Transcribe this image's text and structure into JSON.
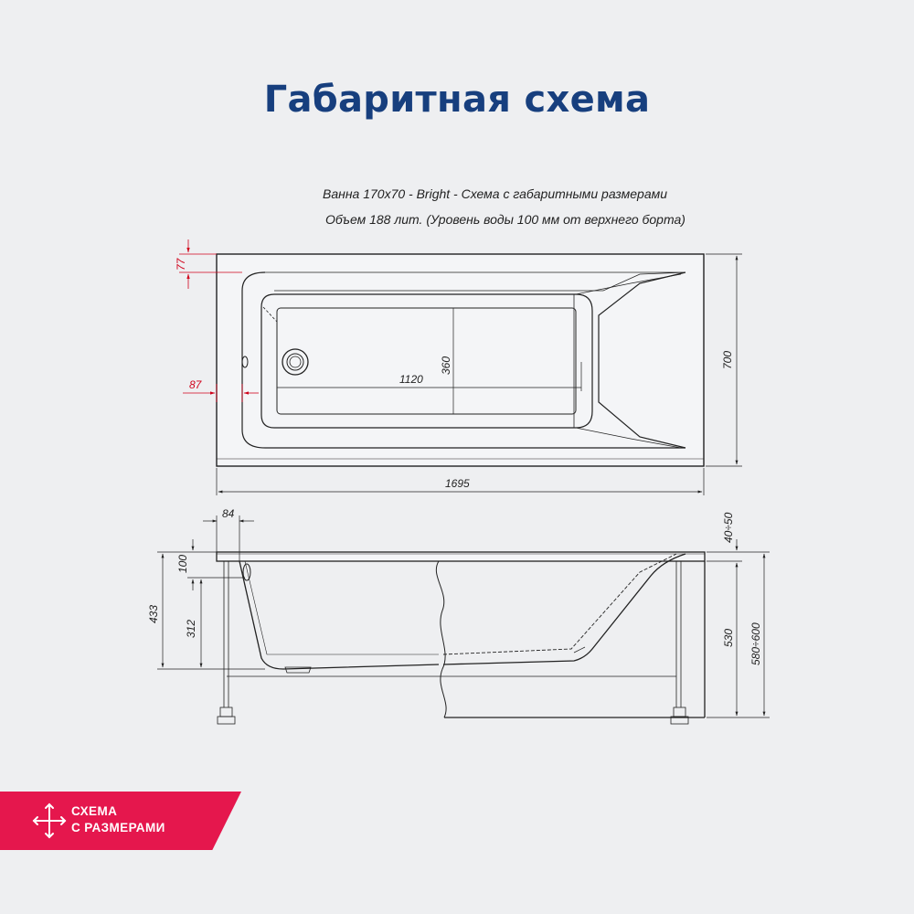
{
  "header": {
    "title": "Габаритная схема"
  },
  "description": {
    "line1": "Ванна 170х70 - Bright - Схема с габаритными размерами",
    "line2": "Объем 188 лит. (Уровень воды 100 мм от верхнего борта)"
  },
  "top_view": {
    "dim_length": "1695",
    "dim_width": "700",
    "dim_inner_length": "1120",
    "dim_inner_width": "360",
    "dim_rim": "77",
    "dim_drain_offset": "87"
  },
  "side_view": {
    "dim_rim_offset": "84",
    "dim_overflow_height": "100",
    "dim_depth_total": "433",
    "dim_depth_inner": "312",
    "dim_legs_adjust": "40÷50",
    "dim_body_height": "530",
    "dim_total_height": "580÷600"
  },
  "badge": {
    "line1": "СХЕМА",
    "line2": "С РАЗМЕРАМИ"
  },
  "colors": {
    "title": "#173f7e",
    "badge": "#e5174d",
    "dim_red": "#d0021b",
    "background": "#eeeff1"
  }
}
